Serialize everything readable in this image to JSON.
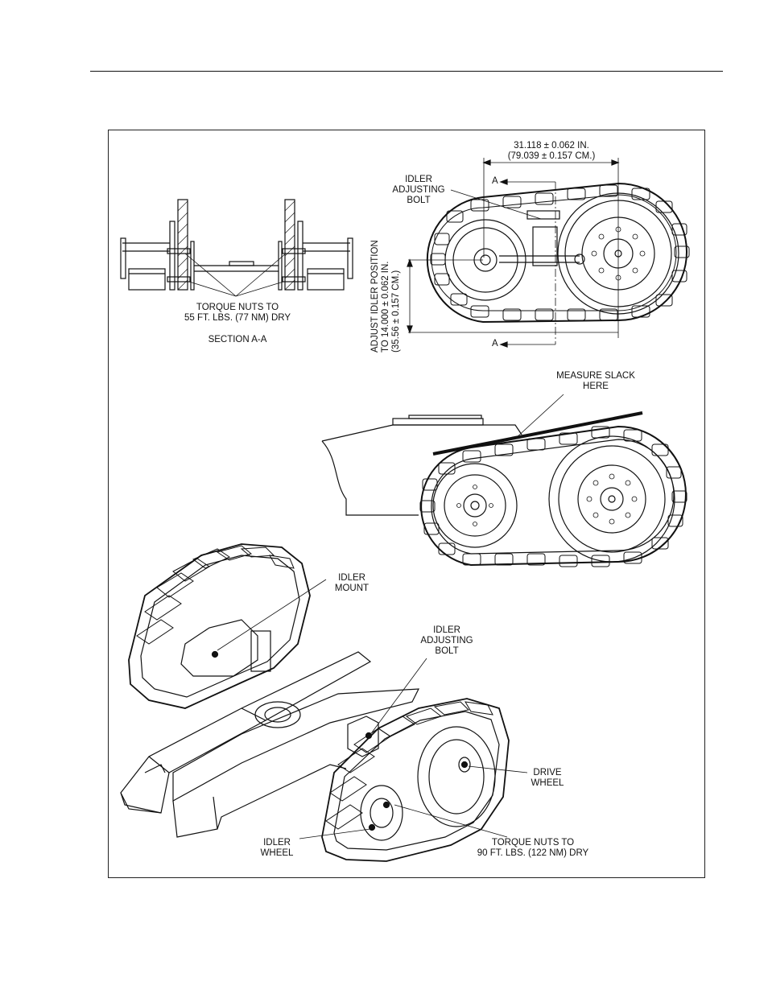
{
  "figure": {
    "section_label": "SECTION A-A",
    "section_marker_top": "A",
    "section_marker_bottom": "A",
    "callouts": {
      "torque_nuts_section": "TORQUE NUTS TO\n55 FT. LBS. (77 NM) DRY",
      "idler_adjusting_bolt_top": "IDLER\nADJUSTING\nBOLT",
      "dimension_horizontal": "31.118 ± 0.062 IN.\n(79.039 ± 0.157 CM.)",
      "dimension_vertical": "ADJUST IDLER POSITION\nTO 14.000 ± 0.062 IN.\n(35.56 ± 0.157 CM.)",
      "measure_slack": "MEASURE SLACK\nHERE",
      "idler_mount": "IDLER\nMOUNT",
      "idler_adjusting_bolt_bottom": "IDLER\nADJUSTING\nBOLT",
      "drive_wheel": "DRIVE\nWHEEL",
      "idler_wheel": "IDLER\nWHEEL",
      "torque_nuts_wheel": "TORQUE NUTS TO\n90 FT. LBS. (122 NM) DRY"
    }
  }
}
